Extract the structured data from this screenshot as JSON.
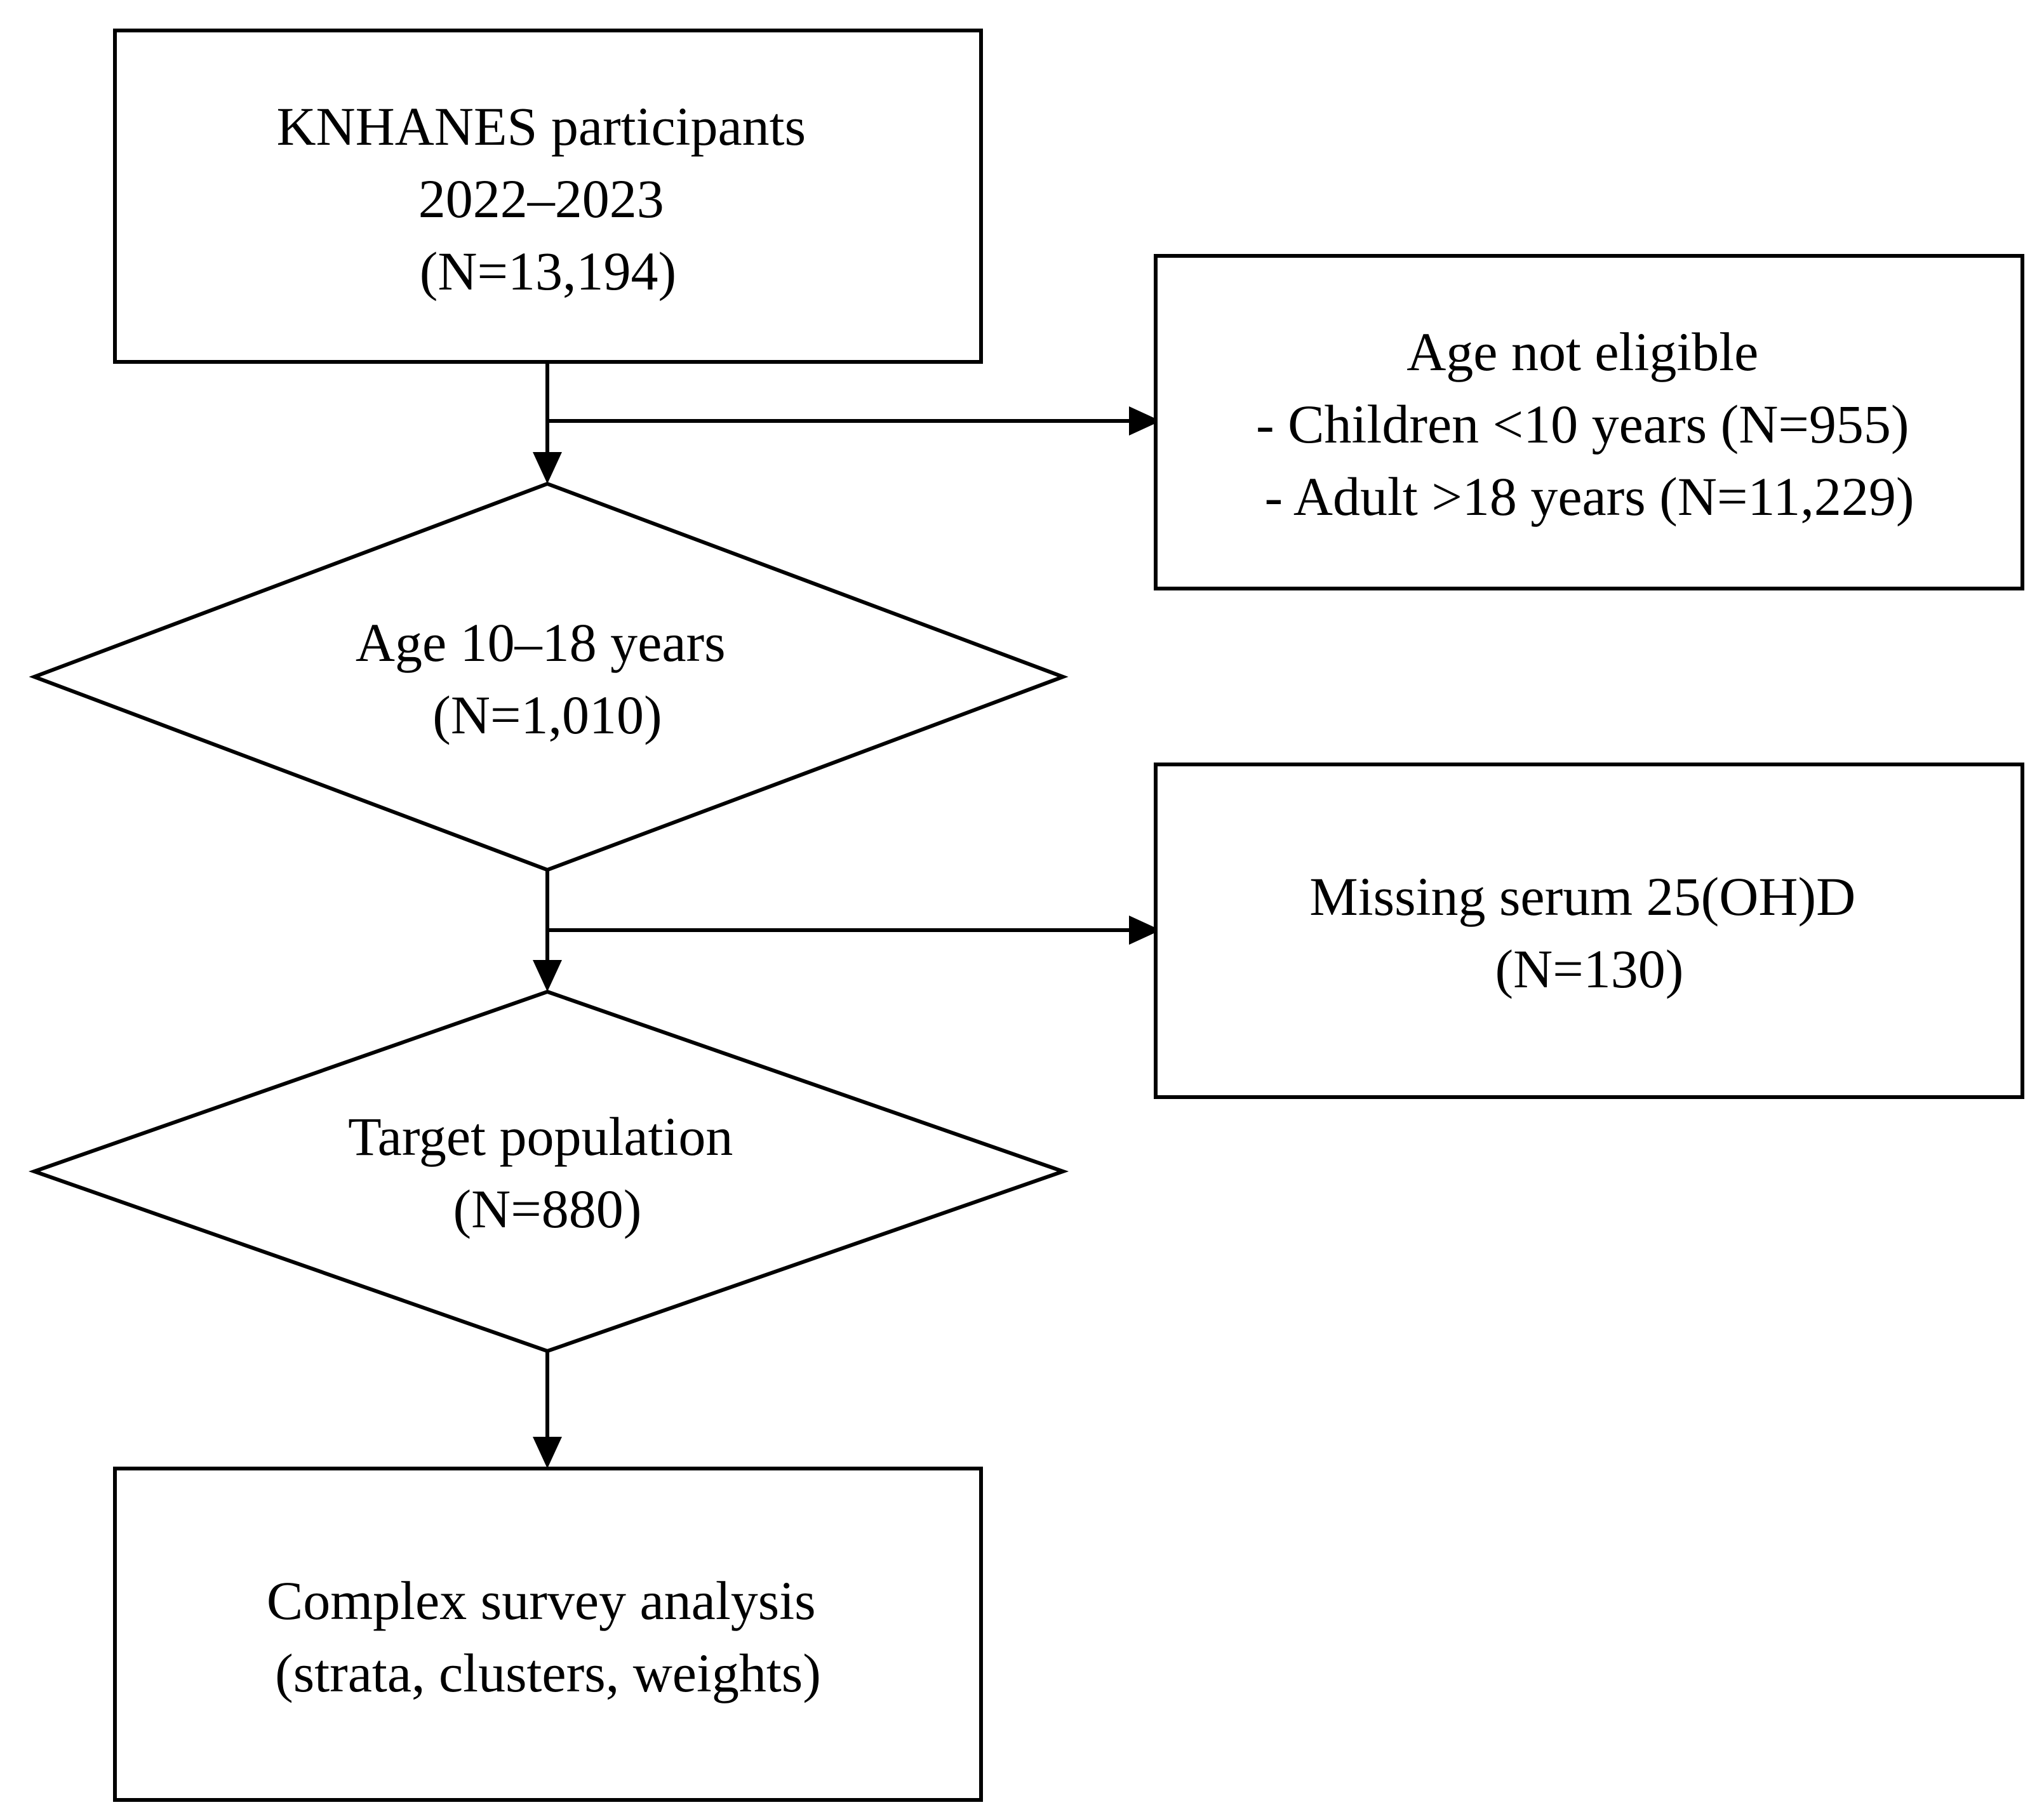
{
  "diagram": {
    "type": "flowchart",
    "nodes": {
      "participants": {
        "lines": [
          "KNHANES participants",
          "2022–2023",
          "(N=13,194)"
        ]
      },
      "age_not_eligible": {
        "lines": [
          "Age not eligible",
          "- Children <10 years (N=955)",
          "- Adult >18 years (N=11,229)"
        ]
      },
      "age_10_18": {
        "lines": [
          "Age 10–18 years",
          "(N=1,010)"
        ]
      },
      "missing_serum": {
        "lines": [
          "Missing serum 25(OH)D",
          "(N=130)"
        ]
      },
      "target_population": {
        "lines": [
          "Target population",
          "(N=880)"
        ]
      },
      "complex_survey": {
        "lines": [
          "Complex survey analysis",
          "(strata, clusters, weights)"
        ]
      }
    }
  }
}
